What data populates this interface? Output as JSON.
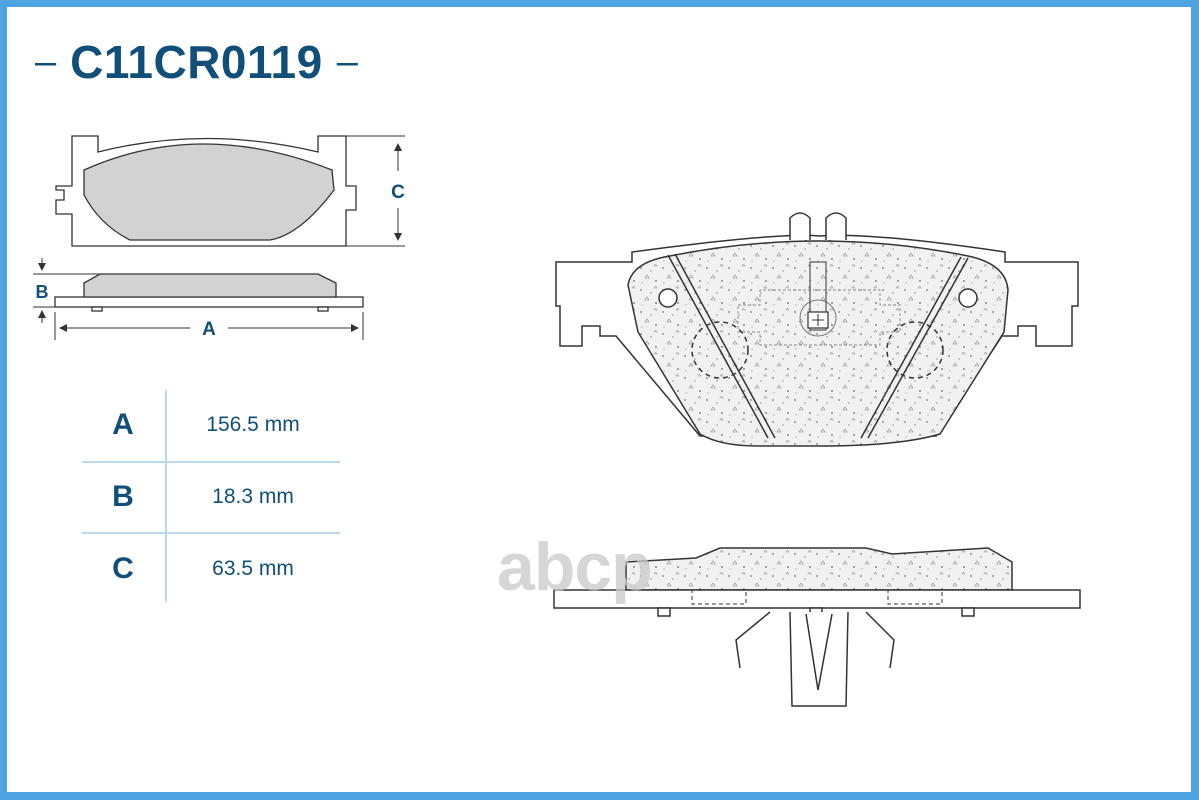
{
  "title": {
    "dash_left": "–",
    "code": "C11CR0119",
    "dash_right": "–"
  },
  "dimension_labels": {
    "a": "A",
    "b": "B",
    "c": "C"
  },
  "specs": [
    {
      "key": "A",
      "value": "156.5 mm"
    },
    {
      "key": "B",
      "value": "18.3 mm"
    },
    {
      "key": "C",
      "value": "63.5 mm"
    }
  ],
  "watermark": {
    "text": "abcp"
  },
  "colors": {
    "accent": "#0f4f7a",
    "border": "#4ea3e0",
    "pad_fill": "#d2d2d2",
    "lining_fill": "#efefef"
  }
}
